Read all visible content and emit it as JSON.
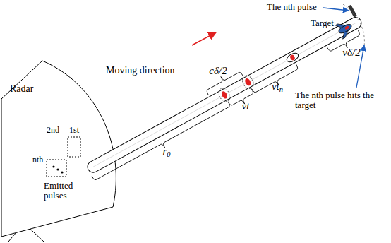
{
  "diagram": {
    "labels": [
      "The nth pulse",
      "Target",
      "Moving direction",
      "cδ/2",
      "vt",
      "vtn",
      "vδ/2",
      "r0",
      "The nth pulse hits the target",
      "Radar",
      "2nd",
      "1st",
      "nth",
      "Emitted pulses"
    ]
  }
}
